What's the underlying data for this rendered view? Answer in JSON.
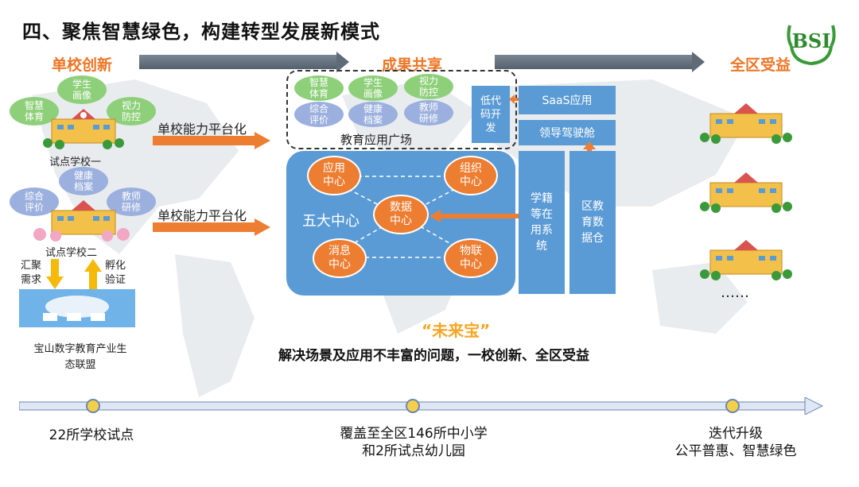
{
  "title": "四、聚焦智慧绿色，构建转型发展新模式",
  "stages": {
    "left": "单校创新",
    "middle": "成果共享",
    "right": "全区受益"
  },
  "left_panel": {
    "bubbles_top": [
      "学生\n画像",
      "智慧\n体育",
      "视力\n防控"
    ],
    "school1": "试点学校一",
    "bubbles_mid": [
      "健康\n档案",
      "综合\n评价",
      "教师\n研修"
    ],
    "school2": "试点学校二",
    "up_label": "汇聚\n需求",
    "down_label": "孵化\n验证",
    "eco": "宝山数字教育产业生\n态联盟"
  },
  "platform_arrows": [
    "单校能力平台化",
    "单校能力平台化"
  ],
  "app_square": {
    "items": [
      "智慧\n体育",
      "学生\n画像",
      "视力\n防控",
      "综合\n评价",
      "健康\n档案",
      "教师\n研修"
    ],
    "label": "教育应用广场"
  },
  "right_boxes": {
    "lowcode": "低代\n码开\n发",
    "saas": "SaaS应用",
    "cockpit": "领导驾驶舱",
    "registry": "学籍\n等在\n用系\n统",
    "warehouse": "区教\n育数\n据仓"
  },
  "five_centers": {
    "title": "五大中心",
    "nodes": [
      "应用\n中心",
      "组织\n中心",
      "数据\n中心",
      "消息\n中心",
      "物联\n中心"
    ]
  },
  "slogan": "“未来宝”",
  "slogan_sub": "解决场景及应用不丰富的问题，一校创新、全区受益",
  "ellipsis": "……",
  "timeline": [
    "22所学校试点",
    "覆盖至全区146所中小学\n和2所试点幼儿园",
    "迭代升级\n公平普惠、智慧绿色"
  ],
  "logo_text": "BSI",
  "colors": {
    "orange": "#ed7d31",
    "blue": "#5b9bd5",
    "green": "#8ed07a",
    "lilac": "#9bb0de",
    "gold": "#f4d04a"
  }
}
